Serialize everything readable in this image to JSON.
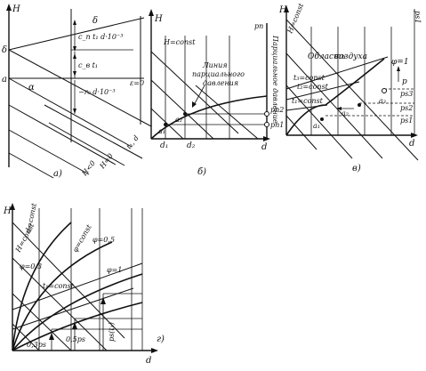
{
  "panel_a": {
    "axis_h": "H",
    "tick_delta": "δ",
    "tick_a": "a",
    "label_alpha": "α",
    "label_delta_small": "δ",
    "term1": "c_п t₁ d·10⁻³",
    "term2": "c_в t₁",
    "term3": "−r₀ d·10⁻³",
    "eps_label": "ε=0",
    "h_label_1": "H=0",
    "h_label_2": "H<0",
    "t1_d": "t₁, d",
    "caption": "а)"
  },
  "panel_b": {
    "axis_h": "H",
    "h_const": "H=const",
    "line_label_1": "Линия",
    "line_label_2": "парциального",
    "line_label_3": "давления",
    "pressure_axis": "Парциальное давление",
    "p_top": "pп",
    "p_n2": "pп2",
    "p_n1": "pп1",
    "d1": "d₁",
    "d2": "d₂",
    "a2": "а₂",
    "a1": "а₁",
    "axis_d": "d",
    "caption": "б)"
  },
  "panel_c": {
    "axis_h": "H",
    "h_const": "H=const",
    "region_1": "Область",
    "region_2": "воздуха",
    "phi_1": "φ=1",
    "t3": "t₃=const",
    "t2": "t₂=const",
    "t1": "t₁=const",
    "p": "p",
    "ps3": "ps3",
    "ps2": "ps2",
    "ps1": "ps1",
    "a3": "а₃",
    "a2": "а₂",
    "a1": "а₁",
    "axis_d": "d",
    "top_label": "ps1",
    "caption": "в)"
  },
  "panel_d": {
    "axis_h": "H",
    "d_const": "d=const",
    "h_const": "H=const",
    "phi_const": "φ=const",
    "phi_03": "φ=0,3",
    "phi_05": "φ=0,5",
    "phi_1": "φ=1",
    "t1_const": "t₁=const",
    "p03": "0,3ps",
    "p05": "0,5ps",
    "ps_t1": "ps(t₁)",
    "axis_d": "d",
    "caption": "г)"
  }
}
